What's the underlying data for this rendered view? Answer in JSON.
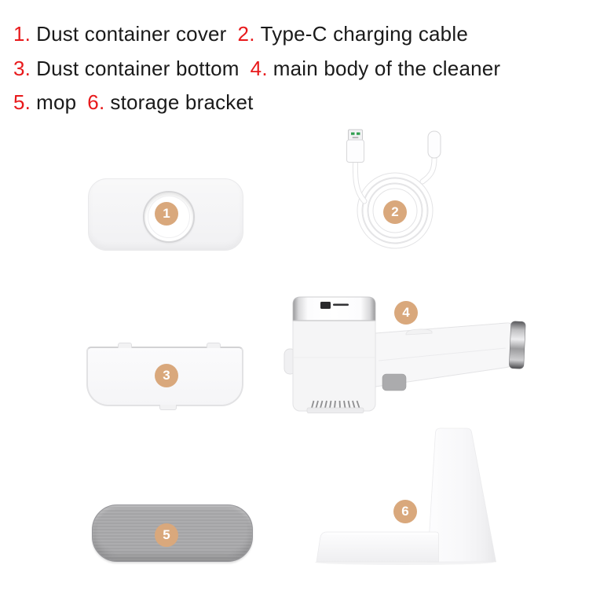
{
  "legend": {
    "line1": {
      "n1": "1.",
      "t1": "Dust container cover",
      "n2": "2.",
      "t2": "Type-C charging cable"
    },
    "line2": {
      "n1": "3.",
      "t1": "Dust container bottom",
      "n2": "4.",
      "t2": "main body of the cleaner"
    },
    "line3": {
      "n1": "5.",
      "t1": "mop",
      "n2": "6.",
      "t2": "storage bracket"
    }
  },
  "badges": {
    "cover": "1",
    "cable": "2",
    "container_bottom": "3",
    "main_body": "4",
    "mop": "5",
    "bracket": "6"
  },
  "colors": {
    "red": "#e8191b",
    "text": "#1a1a1a",
    "badge": "#d9a87c",
    "badge-text": "#ffffff",
    "mop": "#a9a9ab",
    "usb-pin-green": "#2f9e4f"
  }
}
